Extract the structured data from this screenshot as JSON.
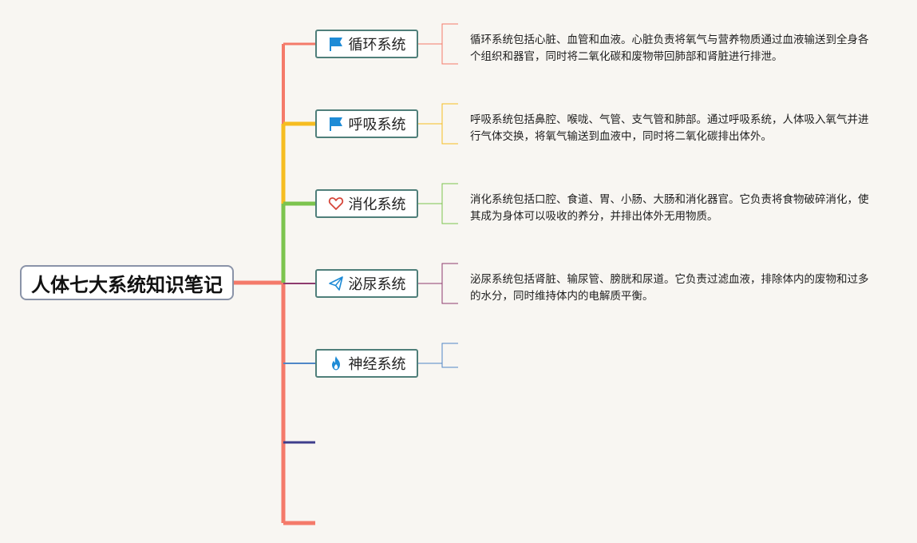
{
  "root": {
    "title": "人体七大系统知识笔记"
  },
  "topics": [
    {
      "label": "循环系统",
      "icon": "flag-icon",
      "branch_color": "#f47a6a",
      "note": "循环系统包括心脏、血管和血液。心脏负责将氧气与营养物质通过血液输送到全身各个组织和器官，同时将二氧化碳和废物带回肺部和肾脏进行排泄。"
    },
    {
      "label": "呼吸系统",
      "icon": "flag-icon",
      "branch_color": "#f6bd21",
      "note": "呼吸系统包括鼻腔、喉咙、气管、支气管和肺部。通过呼吸系统，人体吸入氧气并进行气体交换，将氧气输送到血液中，同时将二氧化碳排出体外。"
    },
    {
      "label": "消化系统",
      "icon": "heart-icon",
      "branch_color": "#7cc44e",
      "note": "消化系统包括口腔、食道、胃、小肠、大肠和消化器官。它负责将食物破碎消化，使其成为身体可以吸收的养分，并排出体外无用物质。"
    },
    {
      "label": "泌尿系统",
      "icon": "paper-plane-icon",
      "branch_color": "#8e3b6e",
      "note": "泌尿系统包括肾脏、输尿管、膀胱和尿道。它负责过滤血液，排除体内的废物和过多的水分，同时维持体内的电解质平衡。"
    },
    {
      "label": "神经系统",
      "icon": "fire-icon",
      "branch_color": "#4f87c7",
      "note": ""
    }
  ],
  "colors": {
    "trunk": "#f47a6a",
    "empty_branch_1": "#3e3e8c",
    "empty_branch_2": "#f47a6a",
    "icon_blue": "#1e8bd6",
    "heart_red": "#d6463a"
  }
}
